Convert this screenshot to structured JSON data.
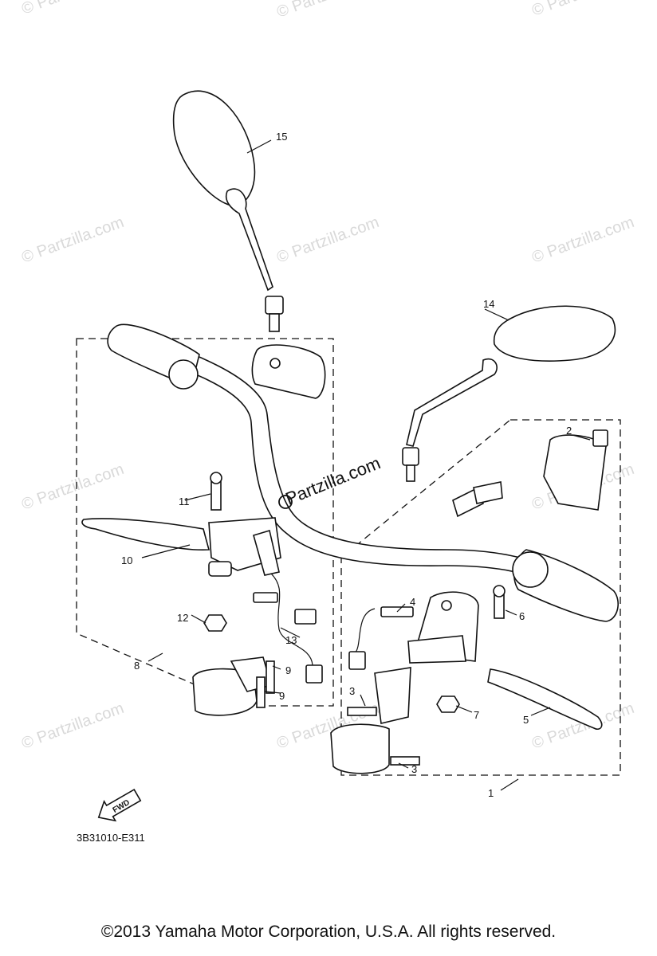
{
  "callouts": [
    {
      "id": "1",
      "label": "1"
    },
    {
      "id": "2",
      "label": "2"
    },
    {
      "id": "3a",
      "label": "3"
    },
    {
      "id": "3b",
      "label": "3"
    },
    {
      "id": "4",
      "label": "4"
    },
    {
      "id": "5",
      "label": "5"
    },
    {
      "id": "6",
      "label": "6"
    },
    {
      "id": "7",
      "label": "7"
    },
    {
      "id": "8",
      "label": "8"
    },
    {
      "id": "9a",
      "label": "9"
    },
    {
      "id": "9b",
      "label": "9"
    },
    {
      "id": "10",
      "label": "10"
    },
    {
      "id": "11",
      "label": "11"
    },
    {
      "id": "12",
      "label": "12"
    },
    {
      "id": "13",
      "label": "13"
    },
    {
      "id": "14",
      "label": "14"
    },
    {
      "id": "15",
      "label": "15"
    }
  ],
  "fwd_badge": "FWD",
  "diagram_code": "3B31010-E311",
  "watermark": "© Partzilla.com",
  "copyright": "©2013 Yamaha Motor Corporation, U.S.A. All rights reserved."
}
